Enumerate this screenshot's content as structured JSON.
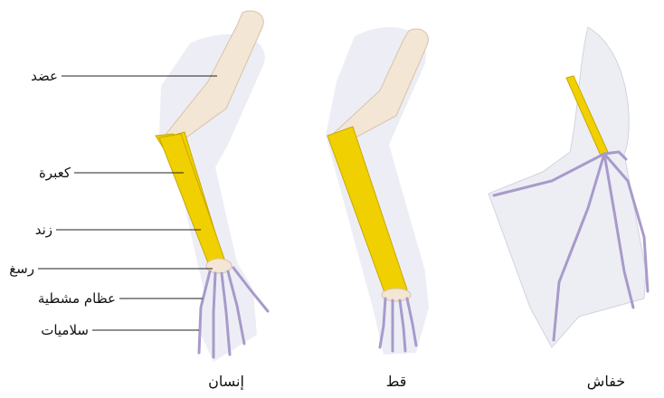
{
  "labels": {
    "humerus": "عضد",
    "radius": "كعبرة",
    "ulna": "زند",
    "carpals": "رسغ",
    "metacarpals": "عظام مشطية",
    "phalanges": "سلاميات"
  },
  "captions": {
    "human": "إنسان",
    "cat": "قط",
    "bat": "خفاش"
  },
  "colors": {
    "humerus": "#f3e6d4",
    "forearm": "#f0d000",
    "hand": "#a89acb",
    "skin": "#e4e6ee"
  }
}
